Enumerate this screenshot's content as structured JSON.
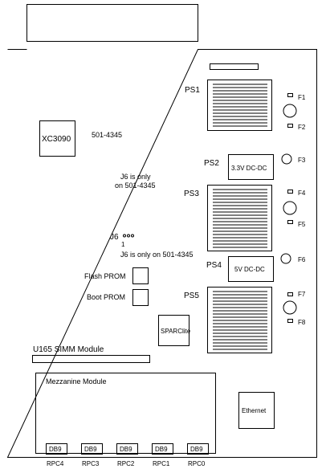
{
  "components": {
    "xc3090": "XC3090",
    "part_number": "501-4345",
    "j6_note_line1": "J6 is only",
    "j6_note_line2": "on 501-4345",
    "j6_label": "J6",
    "j6_pin_one": "1",
    "j6_note_single": "J6 is only on 501-4345",
    "flash_prom": "Flash PROM",
    "boot_prom": "Boot PROM",
    "sparclite": "SPARClite",
    "simm": "U165  SIMM Module",
    "mezzanine": "Mezzanine  Module",
    "ethernet": "Ethernet"
  },
  "power": {
    "ps1": "PS1",
    "ps2": "PS2",
    "ps3": "PS3",
    "ps4": "PS4",
    "ps5": "PS5",
    "dc33": "3.3V DC-DC",
    "dc5": "5V DC-DC"
  },
  "fuses": {
    "f1": "F1",
    "f2": "F2",
    "f3": "F3",
    "f4": "F4",
    "f5": "F5",
    "f6": "F6",
    "f7": "F7",
    "f8": "F8"
  },
  "connectors": [
    {
      "label": "DB9",
      "port": "RPC4"
    },
    {
      "label": "DB9",
      "port": "RPC3"
    },
    {
      "label": "DB9",
      "port": "RPC2"
    },
    {
      "label": "DB9",
      "port": "RPC1"
    },
    {
      "label": "DB9",
      "port": "RPC0"
    }
  ]
}
